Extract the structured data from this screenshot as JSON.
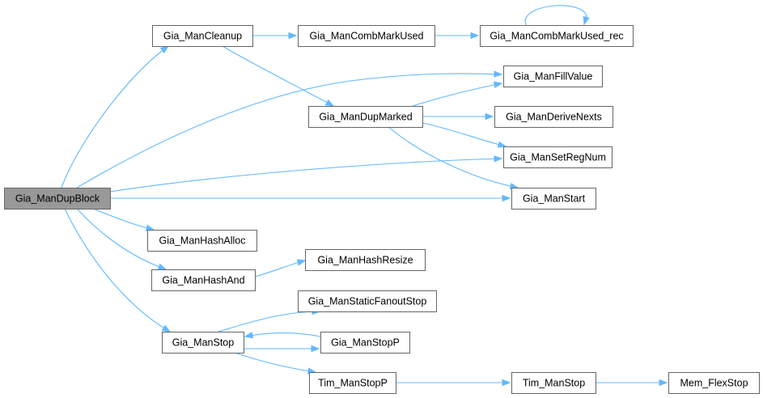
{
  "diagram": {
    "type": "call-graph",
    "colors": {
      "edge": "#63b8ff",
      "node_border": "#666666",
      "root_fill": "#999999",
      "node_fill": "#ffffff"
    },
    "nodes": [
      {
        "id": "dupblock",
        "label": "Gia_ManDupBlock",
        "root": true
      },
      {
        "id": "cleanup",
        "label": "Gia_ManCleanup"
      },
      {
        "id": "combused",
        "label": "Gia_ManCombMarkUsed"
      },
      {
        "id": "combusedrec",
        "label": "Gia_ManCombMarkUsed_rec"
      },
      {
        "id": "fillvalue",
        "label": "Gia_ManFillValue"
      },
      {
        "id": "dupmarked",
        "label": "Gia_ManDupMarked"
      },
      {
        "id": "derivenexts",
        "label": "Gia_ManDeriveNexts"
      },
      {
        "id": "setregnum",
        "label": "Gia_ManSetRegNum"
      },
      {
        "id": "start",
        "label": "Gia_ManStart"
      },
      {
        "id": "hashalloc",
        "label": "Gia_ManHashAlloc"
      },
      {
        "id": "hashand",
        "label": "Gia_ManHashAnd"
      },
      {
        "id": "hashresize",
        "label": "Gia_ManHashResize"
      },
      {
        "id": "staticfanoutstop",
        "label": "Gia_ManStaticFanoutStop"
      },
      {
        "id": "stop",
        "label": "Gia_ManStop"
      },
      {
        "id": "stopp",
        "label": "Gia_ManStopP"
      },
      {
        "id": "timstopp",
        "label": "Tim_ManStopP"
      },
      {
        "id": "timstop",
        "label": "Tim_ManStop"
      },
      {
        "id": "memflexstop",
        "label": "Mem_FlexStop"
      }
    ],
    "edges": [
      {
        "from": "dupblock",
        "to": "cleanup"
      },
      {
        "from": "dupblock",
        "to": "fillvalue"
      },
      {
        "from": "dupblock",
        "to": "setregnum"
      },
      {
        "from": "dupblock",
        "to": "start"
      },
      {
        "from": "dupblock",
        "to": "hashalloc"
      },
      {
        "from": "dupblock",
        "to": "hashand"
      },
      {
        "from": "dupblock",
        "to": "stop"
      },
      {
        "from": "cleanup",
        "to": "combused"
      },
      {
        "from": "cleanup",
        "to": "dupmarked"
      },
      {
        "from": "combused",
        "to": "combusedrec"
      },
      {
        "from": "combusedrec",
        "to": "combusedrec"
      },
      {
        "from": "dupmarked",
        "to": "fillvalue"
      },
      {
        "from": "dupmarked",
        "to": "derivenexts"
      },
      {
        "from": "dupmarked",
        "to": "setregnum"
      },
      {
        "from": "dupmarked",
        "to": "start"
      },
      {
        "from": "hashand",
        "to": "hashresize"
      },
      {
        "from": "stop",
        "to": "staticfanoutstop"
      },
      {
        "from": "stop",
        "to": "stopp"
      },
      {
        "from": "stopp",
        "to": "stop"
      },
      {
        "from": "stop",
        "to": "timstopp"
      },
      {
        "from": "timstopp",
        "to": "timstop"
      },
      {
        "from": "timstop",
        "to": "memflexstop"
      }
    ]
  }
}
